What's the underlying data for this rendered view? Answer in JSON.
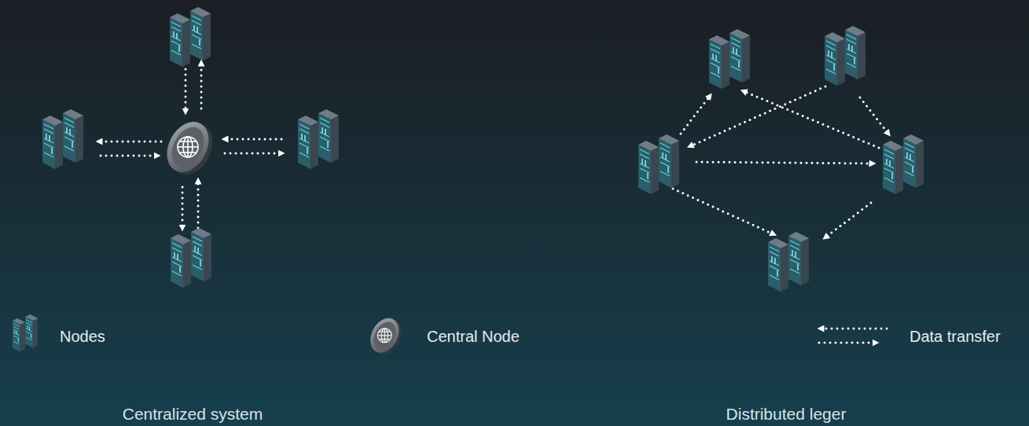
{
  "diagram": {
    "labels": [
      "Centralized system",
      "Distributed leger"
    ],
    "legend": [
      {
        "text": "Nodes"
      },
      {
        "text": "Central Node"
      },
      {
        "text": "Data transfer"
      }
    ]
  }
}
